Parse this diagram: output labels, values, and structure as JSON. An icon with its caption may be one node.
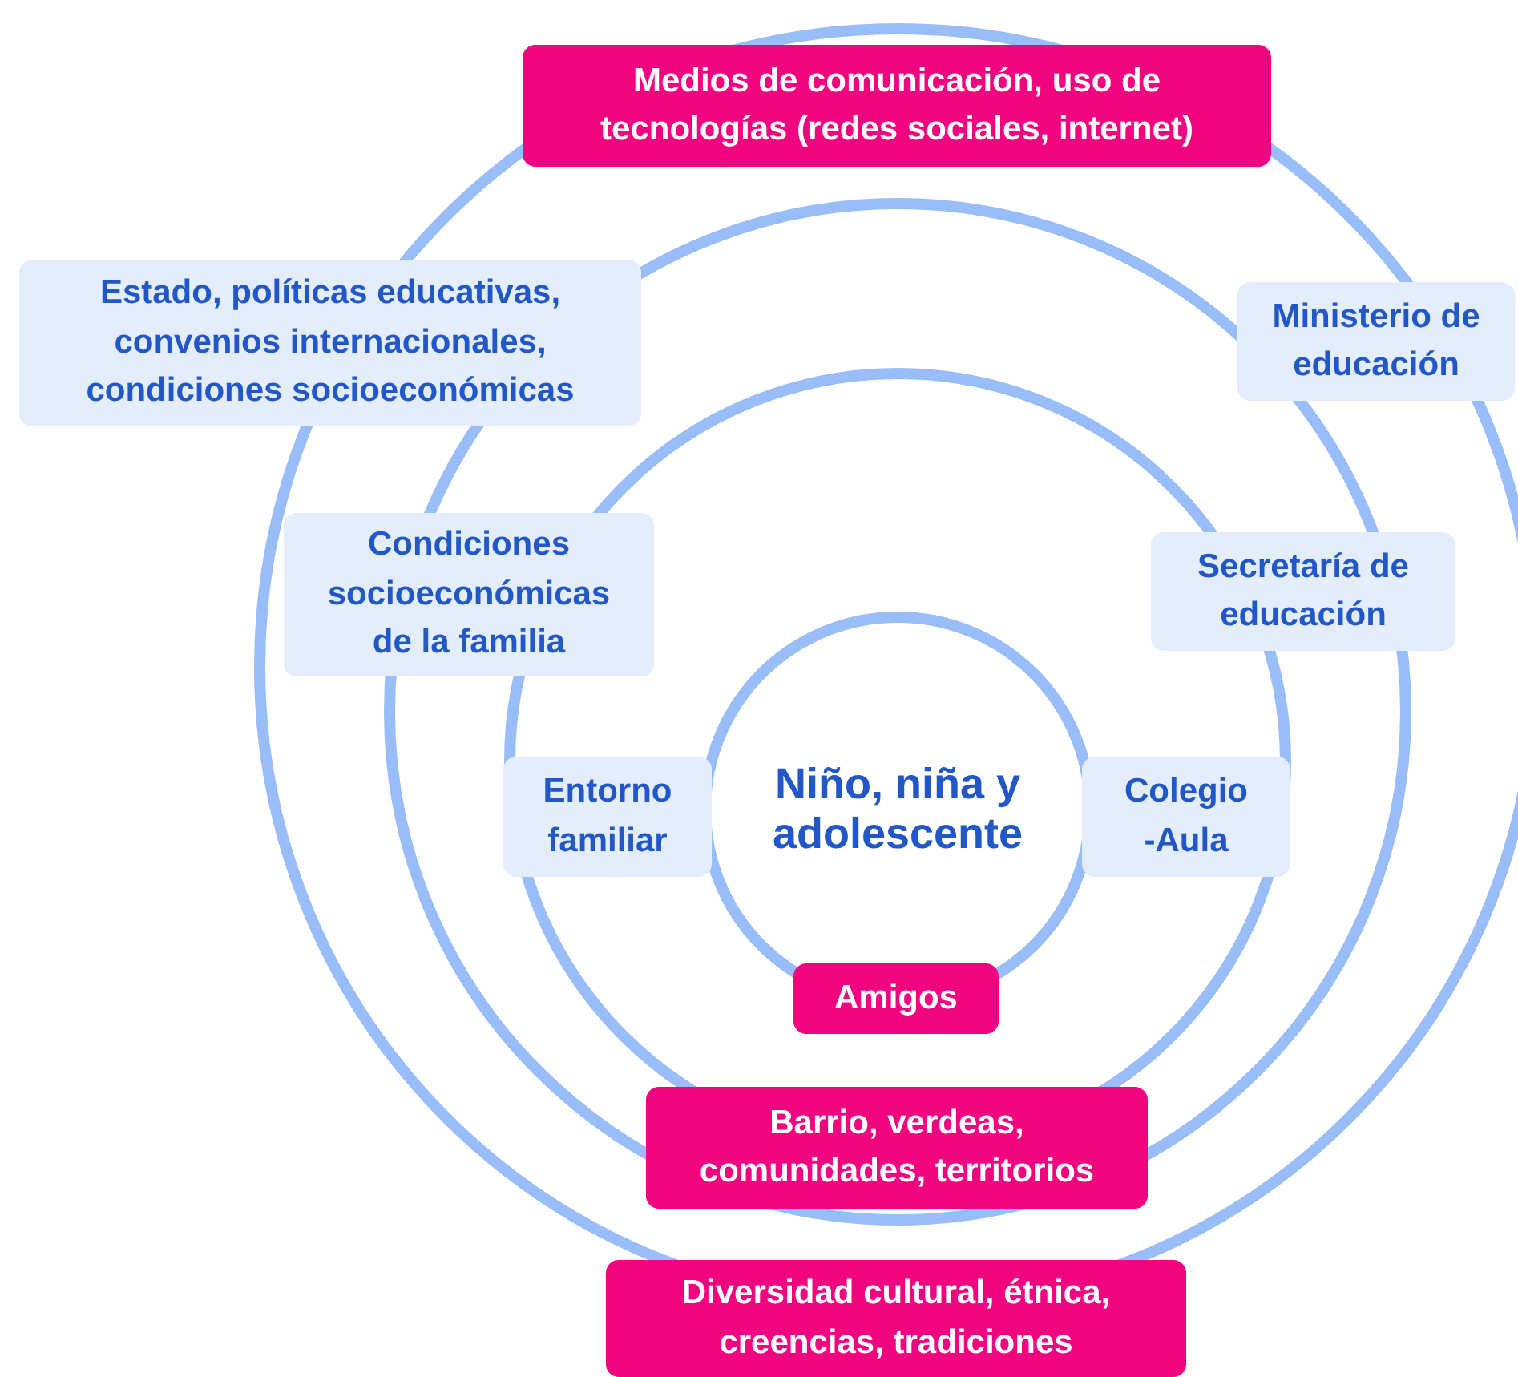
{
  "diagram": {
    "nodes": [
      {
        "text": [
          "Medios de comunicación, uso de tecnologías (redes sociales, internet)"
        ]
      },
      {
        "text": [
          "Estado, políticas educativas, convenios internacionales, condiciones socioeconómicas"
        ]
      },
      {
        "text": [
          "Ministerio de educación"
        ]
      },
      {
        "text": [
          "Condiciones socioeconómicas de la familia"
        ]
      },
      {
        "text": [
          "Secretaría de educación"
        ]
      },
      {
        "text": [
          "Niño, niña y adolescente"
        ]
      },
      {
        "text": [
          "Entorno familiar"
        ]
      },
      {
        "text": [
          "Colegio -Aula"
        ]
      },
      {
        "text": [
          "Amigos"
        ]
      },
      {
        "text": [
          "Barrio, verdeas, comunidades, territorios"
        ]
      },
      {
        "text": [
          "Diversidad cultural, étnica, creencias, tradiciones"
        ]
      }
    ]
  }
}
